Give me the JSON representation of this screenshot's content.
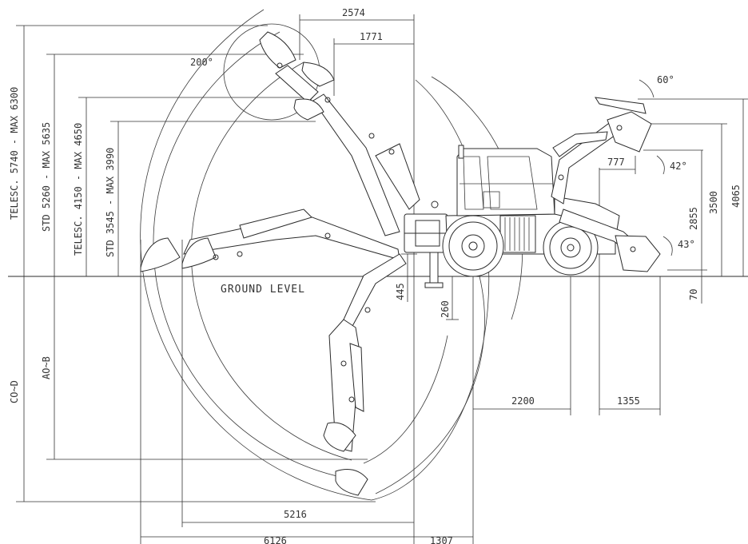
{
  "labels": {
    "ground": "GROUND LEVEL",
    "telesc_max_reach": "TELESC. 5740 - MAX 6300",
    "std_reach": "STD 5260 - MAX 5635",
    "telesc_height": "TELESC. 4150 - MAX 4650",
    "std_height": "STD 3545 - MAX 3990",
    "ao_b": "AO~B",
    "co_d": "CO~D",
    "angle_200": "200°",
    "angle_60": "60°",
    "angle_42": "42°",
    "angle_43": "43°"
  },
  "dimensions": {
    "d2574": "2574",
    "d1771": "1771",
    "d777": "777",
    "d2855": "2855",
    "d3500": "3500",
    "d4065": "4065",
    "d70": "70",
    "d445": "445",
    "d260": "260",
    "d2200": "2200",
    "d1355": "1355",
    "d5216": "5216",
    "d6126": "6126",
    "d1307": "1307"
  }
}
